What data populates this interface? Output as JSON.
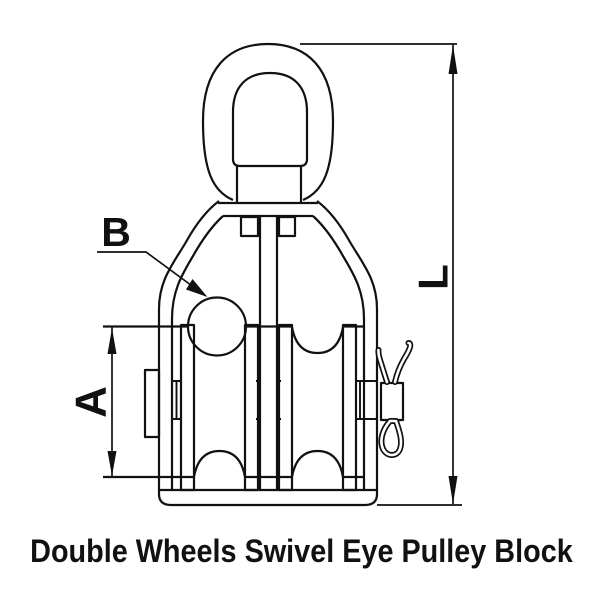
{
  "figure": {
    "type": "technical-line-drawing",
    "caption": "Double Wheels Swivel Eye Pulley Block",
    "dimension_labels": {
      "a": "A",
      "b": "B",
      "l": "L"
    },
    "colors": {
      "ink": "#111111",
      "background": "#ffffff"
    }
  }
}
